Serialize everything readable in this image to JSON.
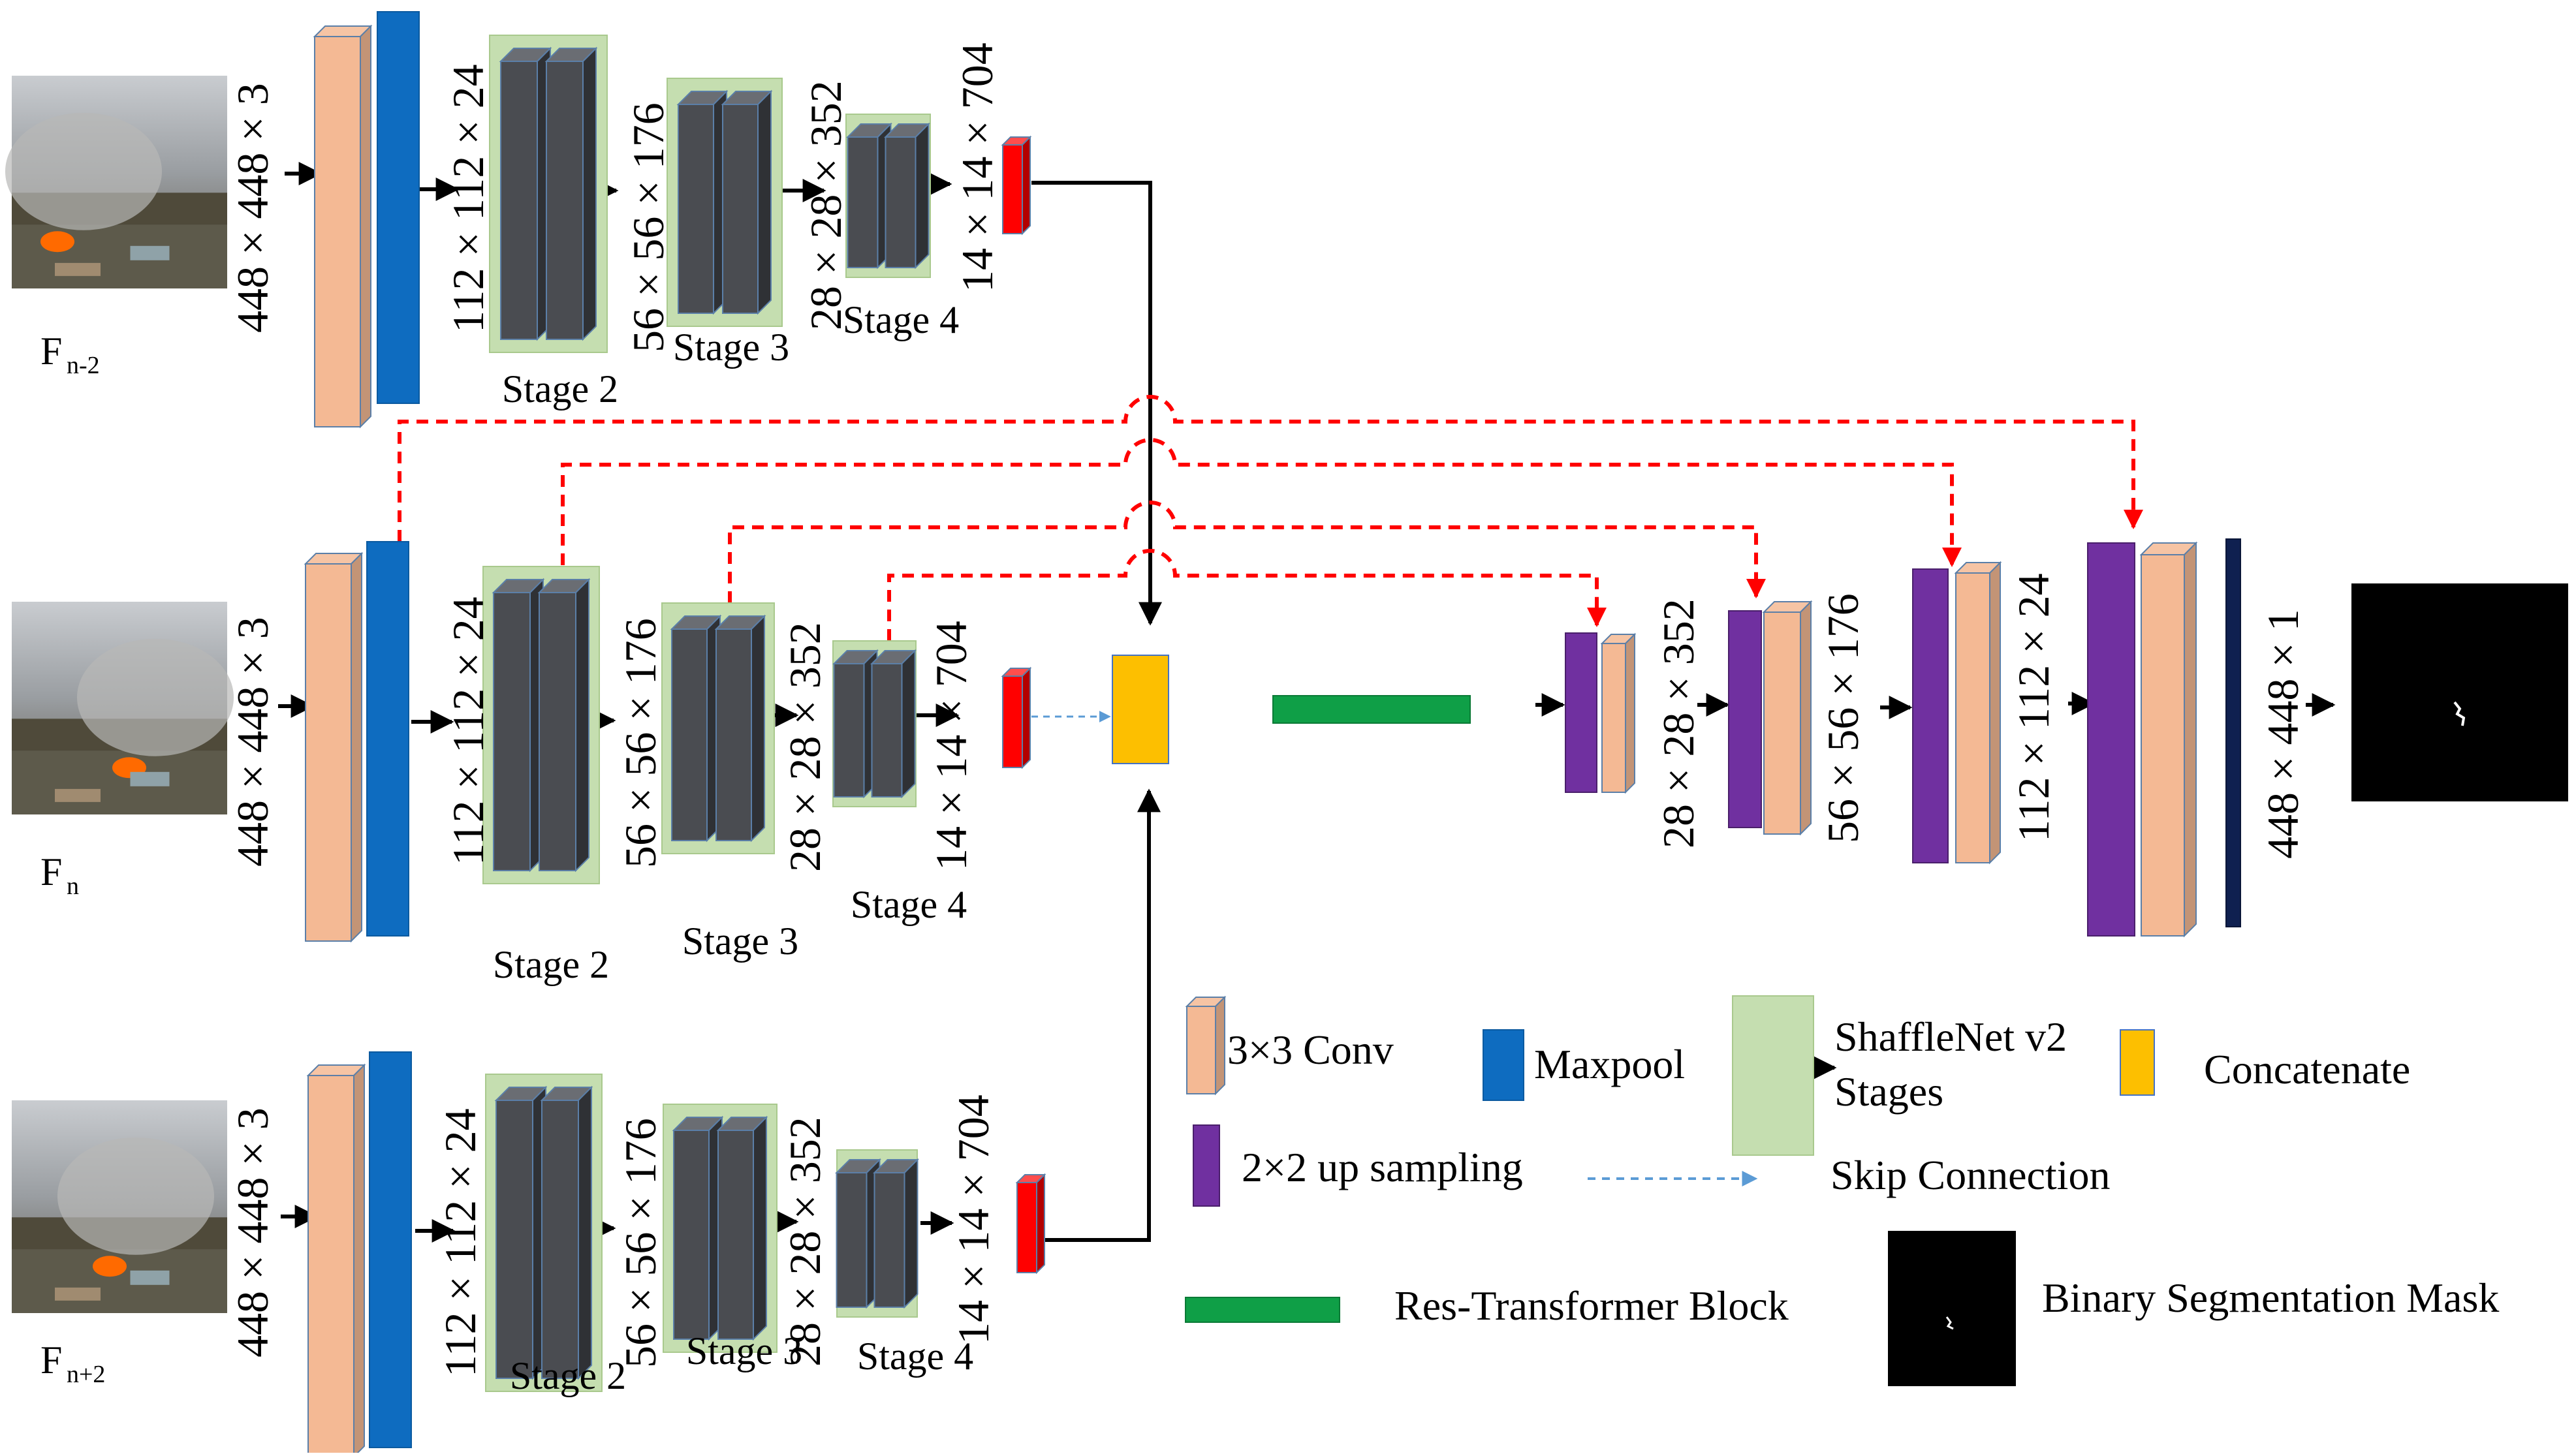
{
  "frames": [
    {
      "label": "F",
      "sub": "n-2"
    },
    {
      "label": "F",
      "sub": "n"
    },
    {
      "label": "F",
      "sub": "n+2"
    }
  ],
  "dims": {
    "d448": "448 × 448 × 3",
    "d112": "112 × 112 × 24",
    "d56": "56 × 56 × 176",
    "d28": "28 × 28 × 352",
    "d14": "14 × 14 × 704",
    "out": "448 × 448 × 1"
  },
  "stages": {
    "s2": "Stage 2",
    "s3": "Stage 3",
    "s4": "Stage 4"
  },
  "legend": {
    "conv": "3×3 Conv",
    "maxpool": "Maxpool",
    "shufflenet_1": "ShaffleNet v2",
    "shufflenet_2": "Stages",
    "concat": "Concatenate",
    "upsampling": "2×2 up sampling",
    "skip": "Skip Connection",
    "res_transformer": "Res-Transformer Block",
    "mask": "Binary Segmentation Mask"
  },
  "colors": {
    "conv": "#f4b994",
    "maxpool": "#0e6cc0",
    "stage_bg": "#c5deb0",
    "stage_block": "#4a4c51",
    "concat": "#fdbf00",
    "upsampling": "#7030a0",
    "res_transformer": "#0f9f47",
    "output": "#0f2050",
    "feature": "#ff0000",
    "skip": "#ff0000"
  }
}
